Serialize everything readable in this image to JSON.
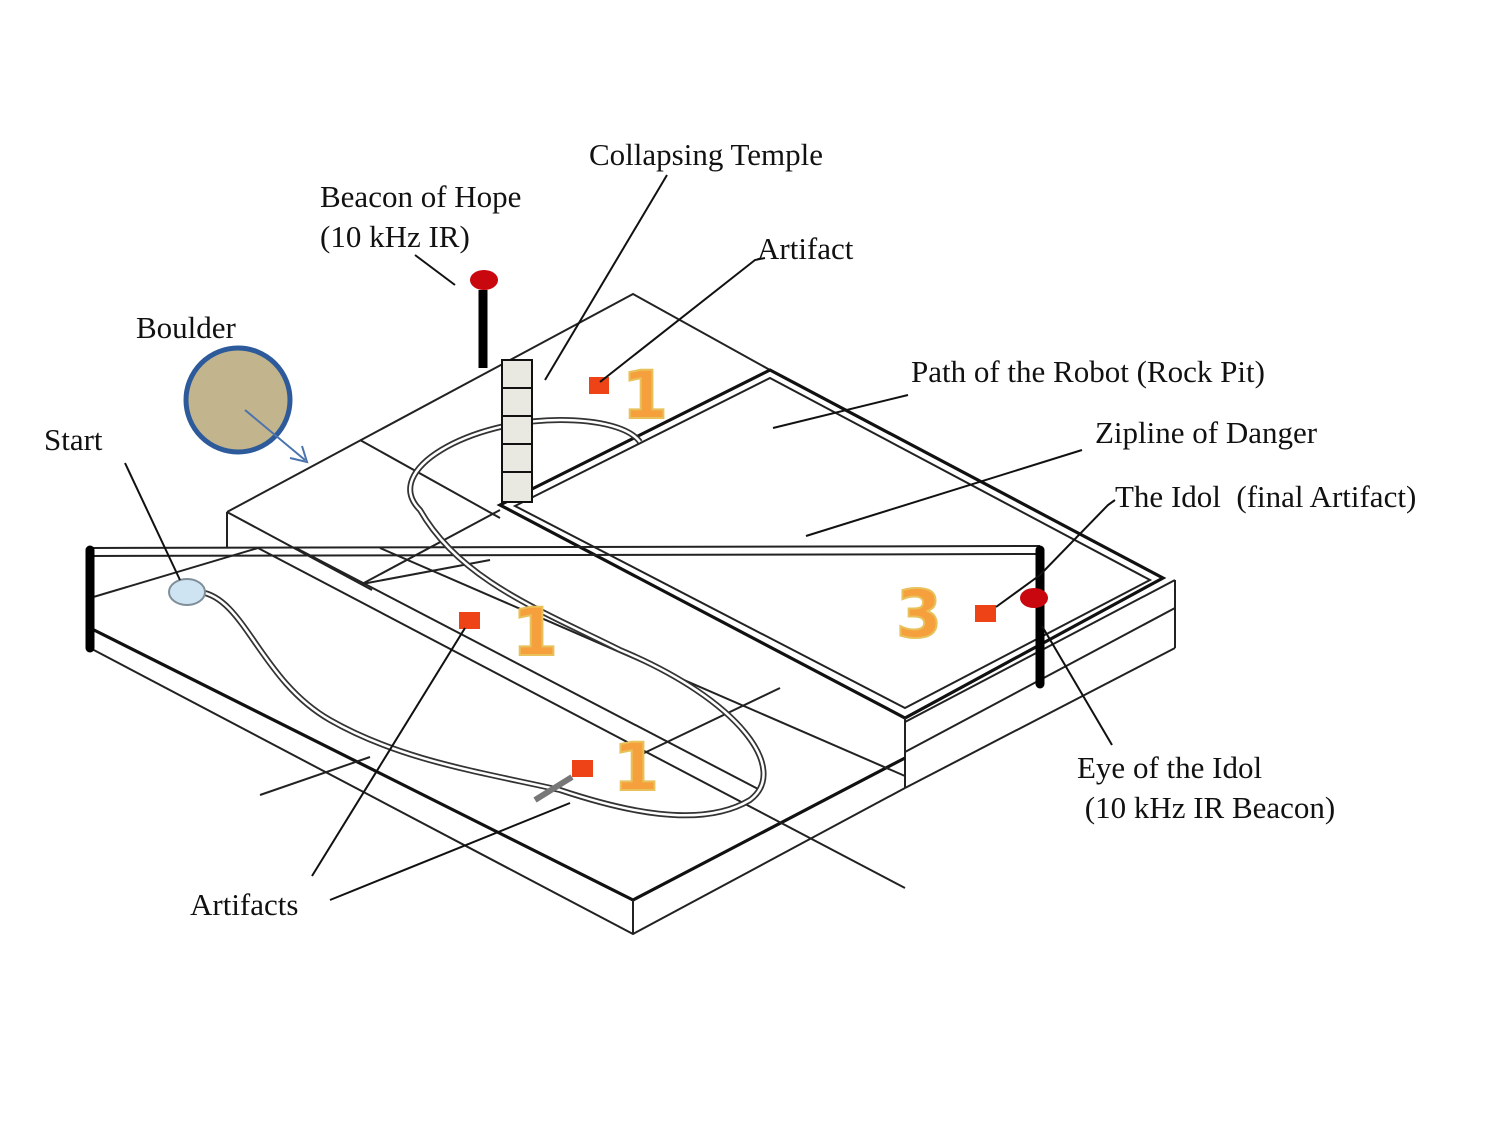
{
  "diagram": {
    "title": "",
    "labels": {
      "collapsing_temple": "Collapsing Temple",
      "beacon_of_hope": "Beacon of Hope\n(10 kHz IR)",
      "artifact_top": "Artifact",
      "boulder": "Boulder",
      "start": "Start",
      "path_of_robot": "Path of the Robot (Rock Pit)",
      "zipline": "Zipline of Danger",
      "idol": "The Idol  (final Artifact)",
      "eye_of_idol": "Eye of the Idol\n (10 kHz IR Beacon)",
      "artifacts": "Artifacts"
    },
    "point_values": {
      "artifact_top": "1",
      "artifact_middle": "1",
      "artifact_bottom": "1",
      "idol": "3"
    },
    "colors": {
      "artifact": "#ee4316",
      "beacon": "#c8070f",
      "boulder_fill": "#c2b48c",
      "boulder_stroke": "#2d5a9a",
      "start_fill": "#cfe4f3",
      "point_number": "#f5a03c",
      "temple_blocks": "#e9e9e2"
    }
  }
}
